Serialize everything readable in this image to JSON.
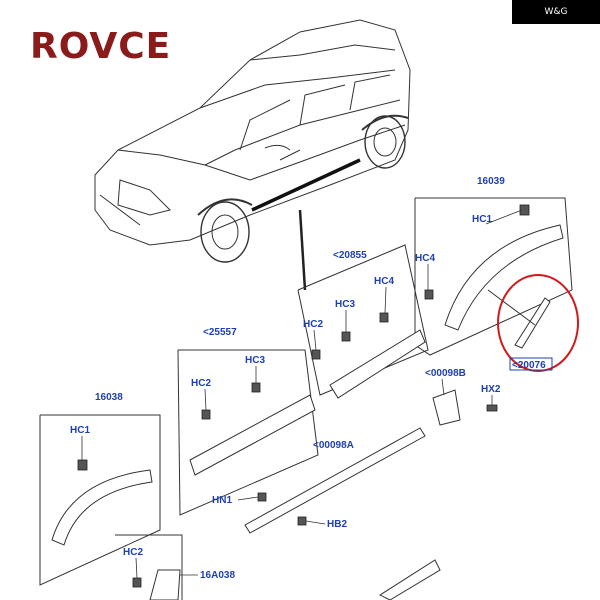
{
  "brand": {
    "logo_text": "ROVCE",
    "watermark": "W&G"
  },
  "colors": {
    "label_blue": "#1f3fb0",
    "highlight_red": "#d01a1a",
    "line": "#333333"
  },
  "labels": {
    "p16039": "16039",
    "p20855": "<20855",
    "p25557": "<25557",
    "p16038": "16038",
    "p00098B": "<00098B",
    "p00098A": "<00098A",
    "p20076": "<20076",
    "p16A038": "16A038",
    "hc1_a": "HC1",
    "hc1_b": "HC1",
    "hc2_a": "HC2",
    "hc2_b": "HC2",
    "hc2_c": "HC2",
    "hc3_a": "HC3",
    "hc3_b": "HC3",
    "hc4_a": "HC4",
    "hc4_b": "HC4",
    "hx2": "HX2",
    "hn1": "HN1",
    "hb2": "HB2"
  }
}
